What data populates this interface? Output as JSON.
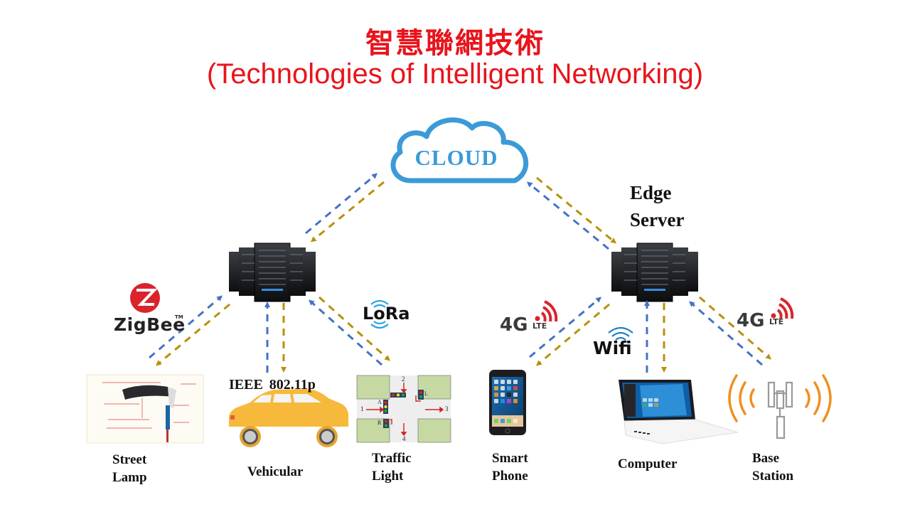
{
  "title": {
    "zh": "智慧聯網技術",
    "en": "(Technologies of Intelligent Networking)"
  },
  "colors": {
    "title": "#e8141c",
    "uplink_arrow": "#4472c4",
    "downlink_arrow": "#b8900a",
    "cloud": "#3c9ad8",
    "signal": "#f0901e",
    "lte_red": "#d9242b"
  },
  "cloud": {
    "label": "CLOUD",
    "icon": "cloud-icon"
  },
  "servers": {
    "left": {
      "icon": "server-rack-icon"
    },
    "right": {
      "label_line1": "Edge",
      "label_line2": "Server",
      "icon": "server-rack-icon"
    }
  },
  "protocols": {
    "zigbee": {
      "label": "ZigBee",
      "tm": "TM",
      "icon": "zigbee-logo-icon"
    },
    "lora": {
      "label": "LoRa",
      "icon": "lora-logo-icon"
    },
    "ieee": {
      "label": "IEEE 802.11p"
    },
    "lte_left": {
      "main": "4G",
      "sub": "LTE",
      "icon": "4g-lte-logo-icon"
    },
    "wifi": {
      "label": "Wifi",
      "icon": "wifi-logo-icon"
    },
    "lte_right": {
      "main": "4G",
      "sub": "LTE",
      "icon": "4g-lte-logo-icon"
    }
  },
  "devices": [
    {
      "name": "street-lamp",
      "line1": "Street",
      "line2": "Lamp",
      "icon": "street-lamp-icon"
    },
    {
      "name": "vehicular",
      "line1": "Vehicular",
      "line2": "",
      "icon": "car-icon"
    },
    {
      "name": "traffic-light",
      "line1": "Traffic",
      "line2": "Light",
      "icon": "traffic-intersection-icon",
      "intersection_labels": {
        "n": "2",
        "w": "1",
        "e": "3",
        "s": "4",
        "a": "A",
        "l": "L",
        "r": "R"
      }
    },
    {
      "name": "smart-phone",
      "line1": "Smart",
      "line2": "Phone",
      "icon": "smartphone-icon"
    },
    {
      "name": "computer",
      "line1": "Computer",
      "line2": "",
      "icon": "laptop-icon"
    },
    {
      "name": "base-station",
      "line1": "Base",
      "line2": "Station",
      "icon": "cell-tower-icon"
    }
  ]
}
